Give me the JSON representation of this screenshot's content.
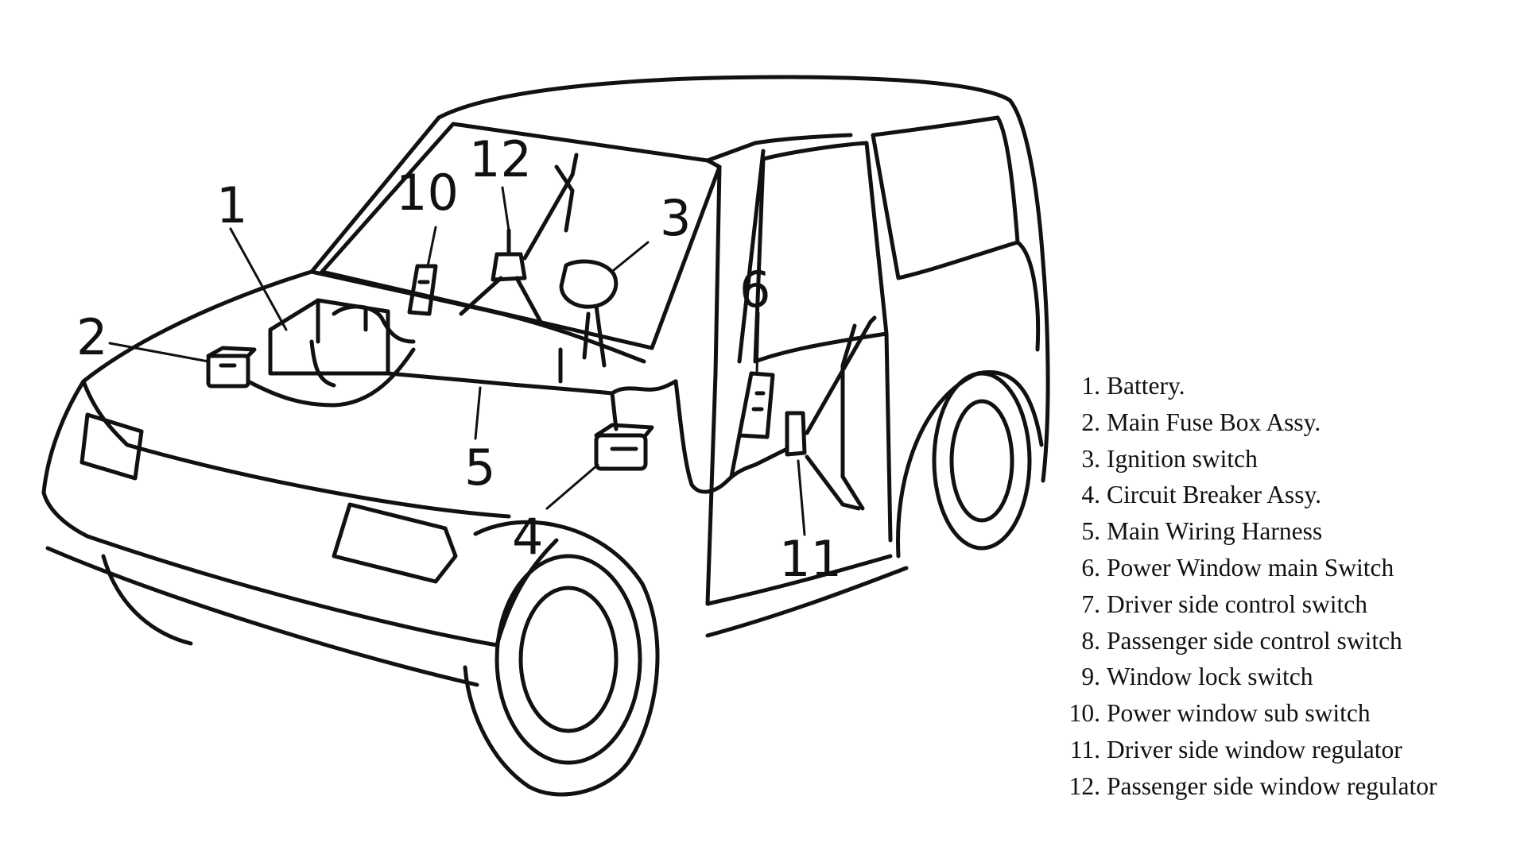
{
  "callouts": {
    "c1": "1",
    "c2": "2",
    "c3": "3",
    "c4": "4",
    "c5": "5",
    "c6": "6",
    "c10": "10",
    "c11": "11",
    "c12": "12"
  },
  "legend": [
    {
      "num": "1.",
      "text": "Battery."
    },
    {
      "num": "2.",
      "text": "Main Fuse Box Assy."
    },
    {
      "num": "3.",
      "text": "Ignition switch"
    },
    {
      "num": "4.",
      "text": "Circuit Breaker Assy."
    },
    {
      "num": "5.",
      "text": "Main Wiring Harness"
    },
    {
      "num": "6.",
      "text": "Power Window main Switch"
    },
    {
      "num": "7.",
      "text": "Driver side control switch"
    },
    {
      "num": "8.",
      "text": "Passenger side control switch"
    },
    {
      "num": "9.",
      "text": "Window lock switch"
    },
    {
      "num": "10.",
      "text": "Power window sub switch"
    },
    {
      "num": "11.",
      "text": "Driver side window regulator"
    },
    {
      "num": "12.",
      "text": "Passenger side window regulator"
    }
  ],
  "colors": {
    "ink": "#111111",
    "background": "#ffffff"
  }
}
